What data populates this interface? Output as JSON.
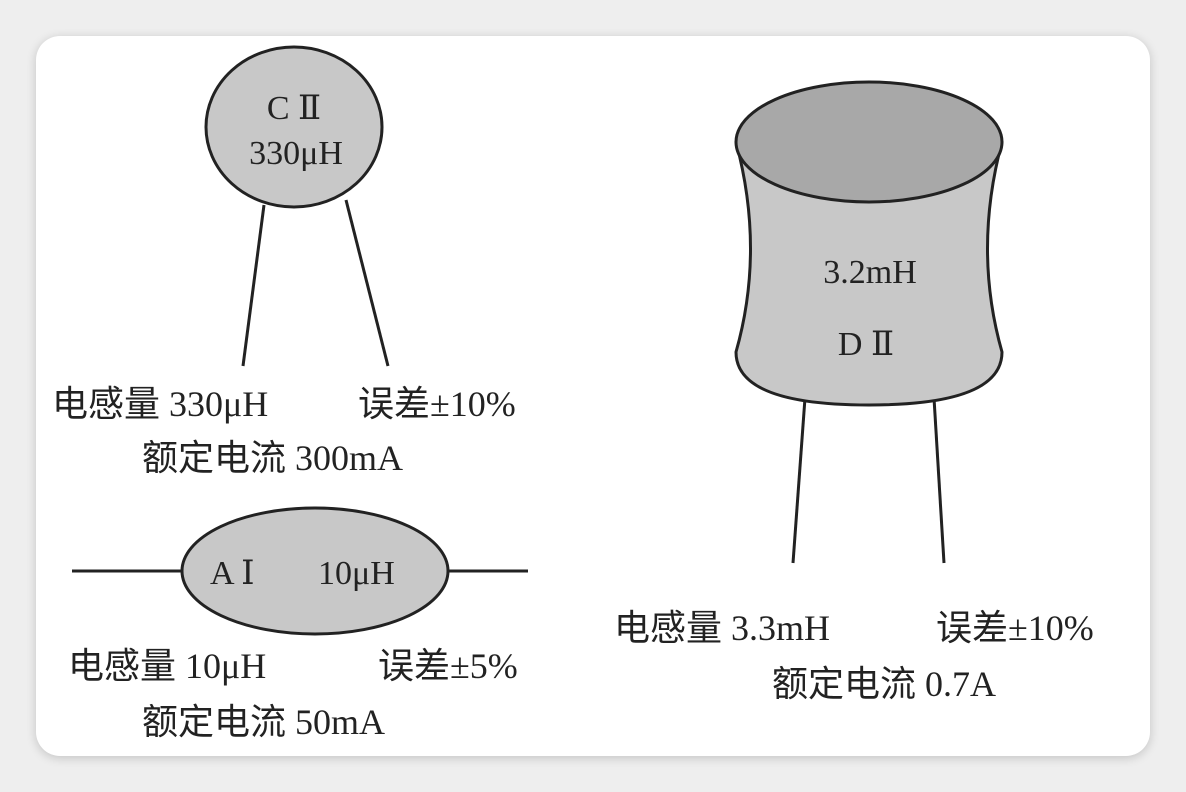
{
  "inductor_c": {
    "marking_line1": "C Ⅱ",
    "marking_line2": "330μH",
    "spec_line1_inductance": "电感量 330μH",
    "spec_line1_tolerance": "误差±10%",
    "spec_line2": "额定电流 300mA"
  },
  "inductor_a": {
    "marking_left": "A Ⅰ",
    "marking_right": "10μH",
    "spec_line1_inductance": "电感量 10μH",
    "spec_line1_tolerance": "误差±5%",
    "spec_line2": "额定电流 50mA"
  },
  "inductor_d": {
    "marking_line1": "3.2mH",
    "marking_line2": "D Ⅱ",
    "spec_line1_inductance": "电感量 3.3mH",
    "spec_line1_tolerance": "误差±10%",
    "spec_line2": "额定电流 0.7A"
  },
  "colors": {
    "body_fill": "#c8c8c8",
    "body_top_fill": "#a8a8a8",
    "stroke": "#222222",
    "card": "#ffffff",
    "background": "#eeeeee"
  }
}
